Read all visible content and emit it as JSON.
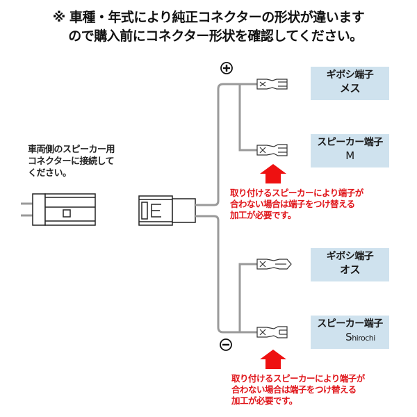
{
  "notice": {
    "line1": "※ 車種・年式により純正コネクターの形状が違います",
    "line2": "ので購入前にコネクター形状を確認してください。"
  },
  "left_caption": {
    "line1": "車両側のスピーカー用",
    "line2": "コネクターに接続して",
    "line3": "ください。"
  },
  "polarity": {
    "positive": "+",
    "negative": "−"
  },
  "terminals": [
    {
      "title": "ギボシ端子",
      "sub": "メス"
    },
    {
      "title": "スピーカー端子",
      "sub": "M"
    },
    {
      "title": "ギボシ端子",
      "sub": "オス"
    },
    {
      "title": "スピーカー端子",
      "sub": "S",
      "watermark": "hirochi"
    }
  ],
  "warnings": [
    {
      "line1": "取り付けるスピーカーにより端子が",
      "line2": "合わない場合は端子をつけ替える",
      "line3": "加工が必要です。"
    },
    {
      "line1": "取り付けるスピーカーにより端子が",
      "line2": "合わない場合は端子をつけ替える",
      "line3": "加工が必要です。"
    }
  ],
  "colors": {
    "wire": "#9a9a9a",
    "label_bg": "#cfe2ee",
    "warning": "#e0161b",
    "arrow": "#ee1111"
  }
}
